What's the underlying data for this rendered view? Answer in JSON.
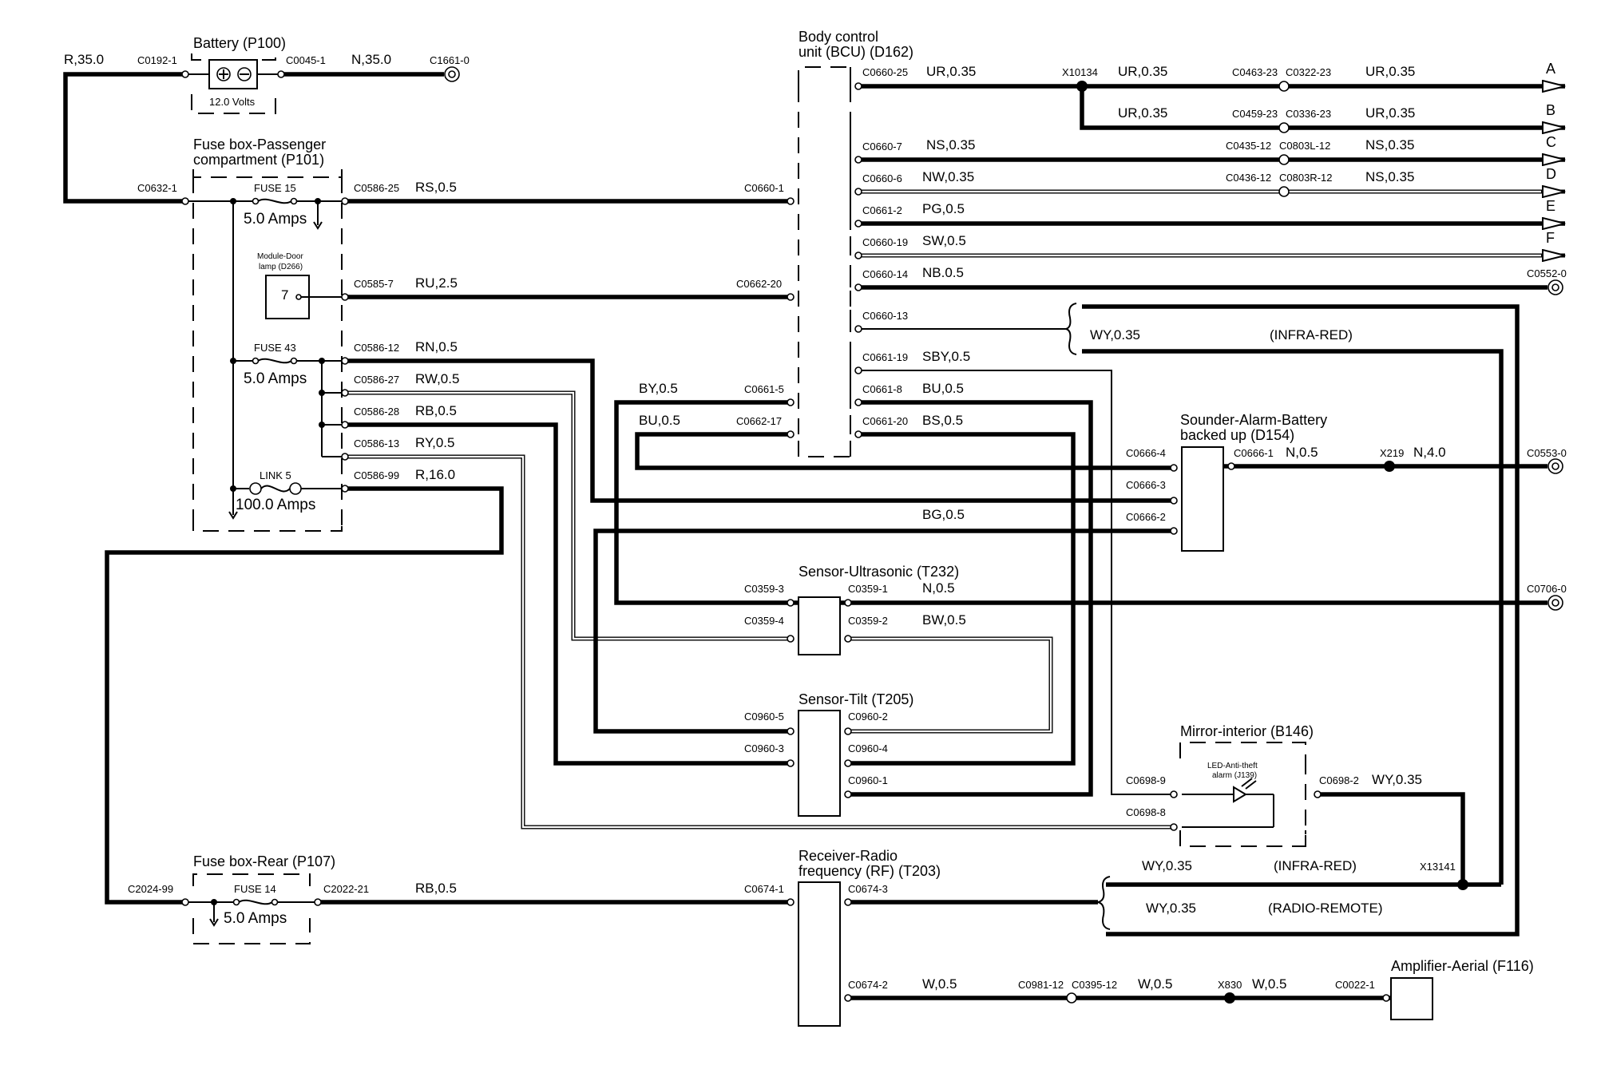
{
  "components": {
    "battery": {
      "title": "Battery (P100)",
      "volts": "12.0 Volts",
      "conn_left": "C0192-1",
      "conn_right": "C0045-1",
      "wire_left": "R,35.0",
      "wire_right": "N,35.0",
      "ground": "C1661-0"
    },
    "fusebox_passenger": {
      "title_line1": "Fuse box-Passenger",
      "title_line2": "compartment (P101)",
      "input_conn": "C0632-1",
      "fuse15": {
        "name": "FUSE 15",
        "amps": "5.0 Amps"
      },
      "fuse43": {
        "name": "FUSE 43",
        "amps": "5.0 Amps"
      },
      "link5": {
        "name": "LINK 5",
        "amps": "100.0 Amps"
      },
      "module_line1": "Module-Door",
      "module_line2": "lamp (D266)",
      "module_pin": "7"
    },
    "bcu": {
      "title_line1": "Body control",
      "title_line2": "unit (BCU) (D162)"
    },
    "sounder": {
      "title_line1": "Sounder-Alarm-Battery",
      "title_line2": "backed up (D154)"
    },
    "ultrasonic": {
      "title": "Sensor-Ultrasonic (T232)"
    },
    "tilt": {
      "title": "Sensor-Tilt (T205)"
    },
    "mirror": {
      "title": "Mirror-interior (B146)",
      "led_line1": "LED-Anti-theft",
      "led_line2": "alarm (J139)"
    },
    "fusebox_rear": {
      "title": "Fuse box-Rear (P107)",
      "fuse14": {
        "name": "FUSE 14",
        "amps": "5.0 Amps"
      }
    },
    "receiver": {
      "title_line1": "Receiver-Radio",
      "title_line2": "frequency (RF) (T203)"
    },
    "amplifier": {
      "title": "Amplifier-Aerial (F116)"
    }
  },
  "connectors": {
    "c0586_25": "C0586-25",
    "c0585_7": "C0585-7",
    "c0586_12": "C0586-12",
    "c0586_27": "C0586-27",
    "c0586_28": "C0586-28",
    "c0586_13": "C0586-13",
    "c0586_99": "C0586-99",
    "c0660_1": "C0660-1",
    "c0662_20": "C0662-20",
    "c0661_5": "C0661-5",
    "c0662_17": "C0662-17",
    "c0660_25": "C0660-25",
    "c0660_7": "C0660-7",
    "c0660_6": "C0660-6",
    "c0661_2": "C0661-2",
    "c0660_19": "C0660-19",
    "c0660_14": "C0660-14",
    "c0660_13": "C0660-13",
    "c0661_19": "C0661-19",
    "c0661_8": "C0661-8",
    "c0661_20": "C0661-20",
    "x10134": "X10134",
    "c0463_23": "C0463-23",
    "c0322_23": "C0322-23",
    "c0459_23": "C0459-23",
    "c0336_23": "C0336-23",
    "c0435_12": "C0435-12",
    "c0803l_12": "C0803L-12",
    "c0436_12": "C0436-12",
    "c0803r_12": "C0803R-12",
    "c0552_0": "C0552-0",
    "c0553_0": "C0553-0",
    "c0706_0": "C0706-0",
    "c0666_4": "C0666-4",
    "c0666_3": "C0666-3",
    "c0666_2": "C0666-2",
    "c0666_1": "C0666-1",
    "x219": "X219",
    "c0359_3": "C0359-3",
    "c0359_4": "C0359-4",
    "c0359_1": "C0359-1",
    "c0359_2": "C0359-2",
    "c0960_5": "C0960-5",
    "c0960_3": "C0960-3",
    "c0960_2": "C0960-2",
    "c0960_4": "C0960-4",
    "c0960_1": "C0960-1",
    "c0698_9": "C0698-9",
    "c0698_8": "C0698-8",
    "c0698_2": "C0698-2",
    "x13141": "X13141",
    "c2024_99": "C2024-99",
    "c2022_21": "C2022-21",
    "c0674_1": "C0674-1",
    "c0674_3": "C0674-3",
    "c0674_2": "C0674-2",
    "c0981_12": "C0981-12",
    "c0395_12": "C0395-12",
    "x830": "X830",
    "c0022_1": "C0022-1"
  },
  "wires": {
    "rs05": "RS,0.5",
    "ru25": "RU,2.5",
    "rn05": "RN,0.5",
    "rw05": "RW,0.5",
    "rb05": "RB,0.5",
    "ry05": "RY,0.5",
    "r160": "R,16.0",
    "by05": "BY,0.5",
    "bu05_left": "BU,0.5",
    "ur035_a1": "UR,0.35",
    "ur035_a2": "UR,0.35",
    "ur035_b1": "UR,0.35",
    "ur035_b2": "UR,0.35",
    "ur035_a3": "UR,0.35",
    "ns035_c1": "NS,0.35",
    "ns035_c2": "NS,0.35",
    "nw035": "NW,0.35",
    "ns035_d2": "NS,0.35",
    "pg05": "PG,0.5",
    "sw05": "SW,0.5",
    "nb05": "NB.0.5",
    "wy035_ir1": "WY,0.35",
    "infrared1": "(INFRA-RED)",
    "sby05": "SBY,0.5",
    "bu05_right": "BU,0.5",
    "bs05": "BS,0.5",
    "n05_sounder": "N,0.5",
    "n40": "N,4.0",
    "bg05": "BG,0.5",
    "n05_us": "N,0.5",
    "bw05": "BW,0.5",
    "wy035_mirror": "WY,0.35",
    "wy035_ir2": "WY,0.35",
    "infrared2": "(INFRA-RED)",
    "wy035_radio": "WY,0.35",
    "radioremote": "(RADIO-REMOTE)",
    "rb05_rear": "RB,0.5",
    "w05_1": "W,0.5",
    "w05_2": "W,0.5",
    "w05_3": "W,0.5"
  },
  "destinations": [
    "A",
    "B",
    "C",
    "D",
    "E",
    "F"
  ]
}
